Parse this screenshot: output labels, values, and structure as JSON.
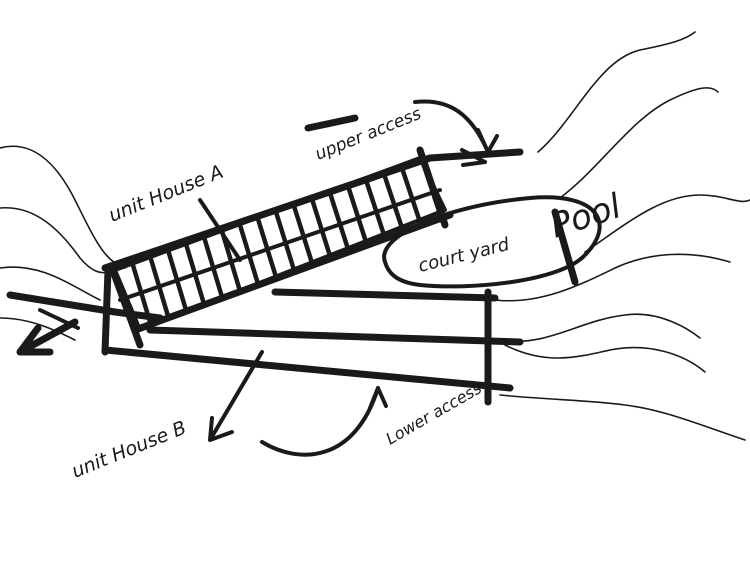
{
  "labels": {
    "unit_house_a": "unit House A",
    "upper_access": "upper access",
    "court_yard": "court yard",
    "pool": "Pool",
    "unit_house_b": "unit House B",
    "lower_access": "Lower access"
  },
  "colors": {
    "ink": "#1a1a1a",
    "paper": "#ffffff"
  }
}
